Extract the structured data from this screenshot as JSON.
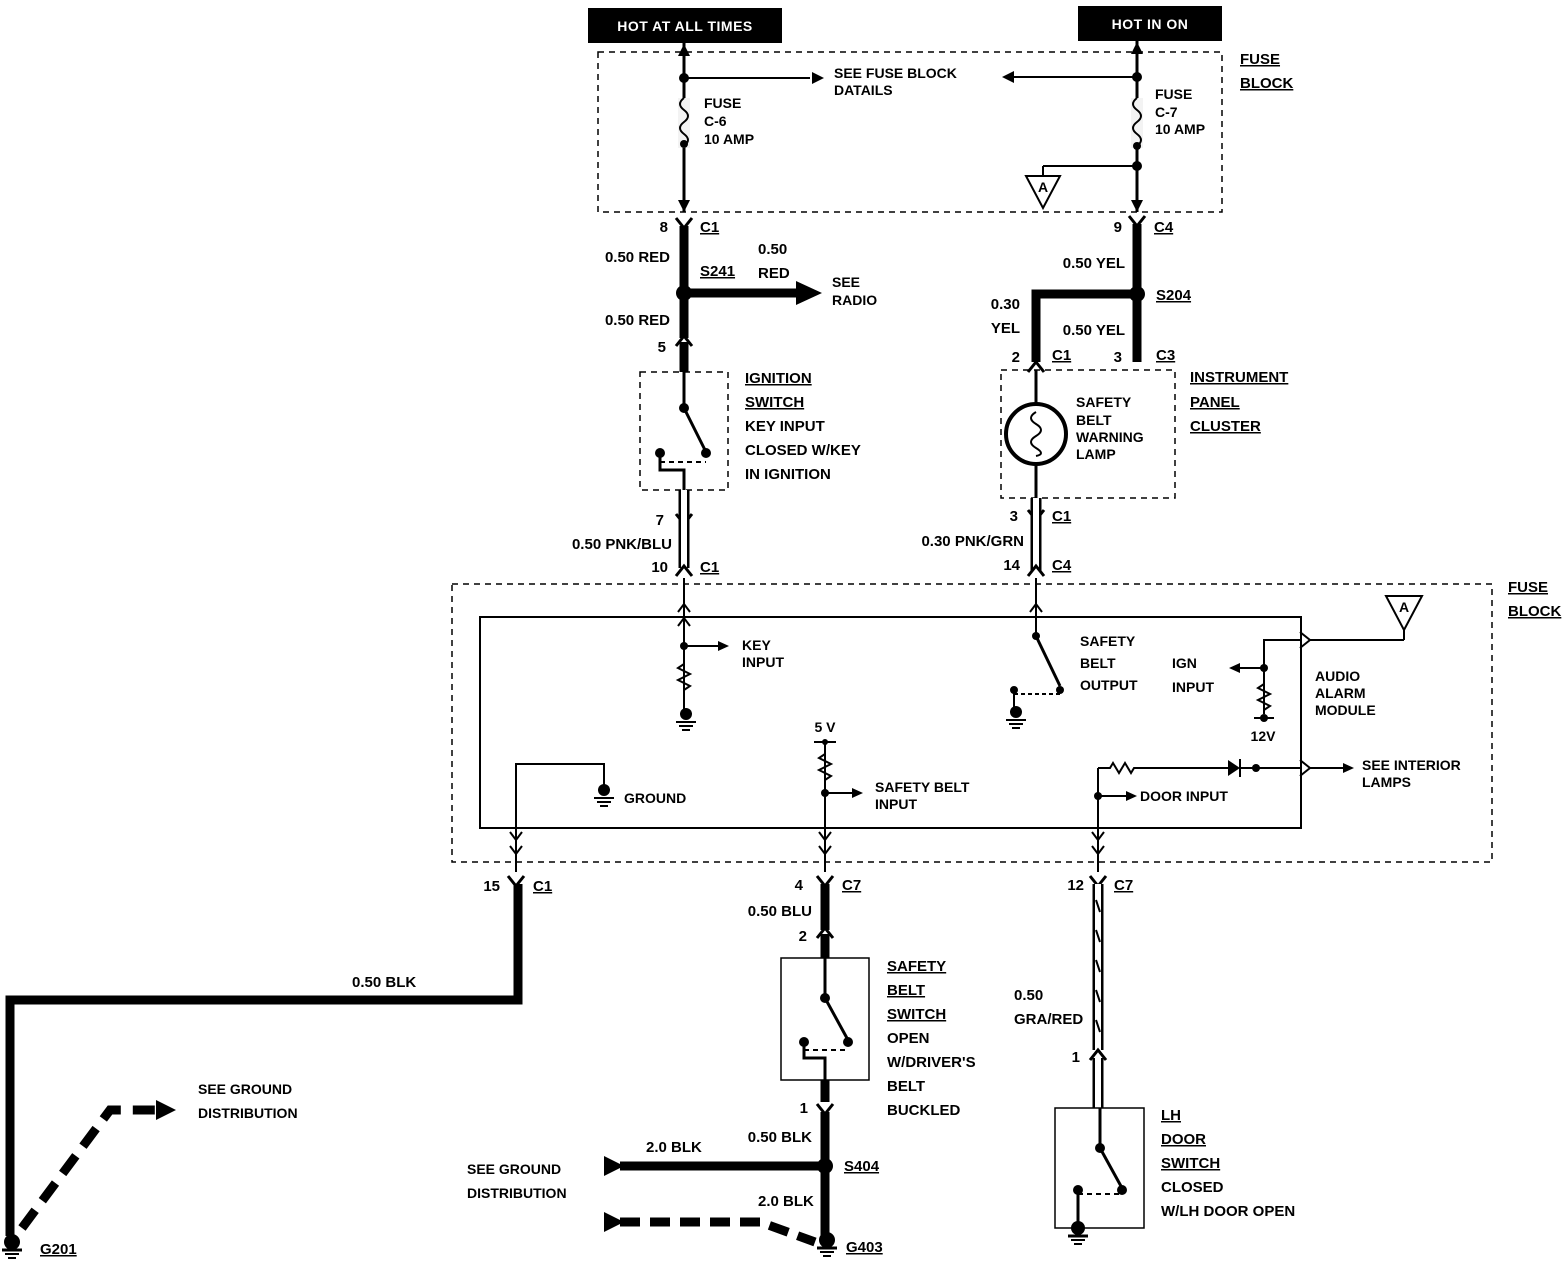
{
  "headers": {
    "hot_at_all_times": "HOT AT ALL TIMES",
    "hot_in_on": "HOT IN ON"
  },
  "fuse_block_top": {
    "title_line1": "FUSE",
    "title_line2": "BLOCK",
    "see_details_line1": "SEE FUSE BLOCK",
    "see_details_line2": "DATAILS",
    "fuse_c6": [
      "FUSE",
      "C-6",
      "10 AMP"
    ],
    "fuse_c7": [
      "FUSE",
      "C-7",
      "10 AMP"
    ],
    "ref_a": "A"
  },
  "left_branch": {
    "pin8": "8",
    "conn_c1_a": "C1",
    "wire_050_red_a": "0.50 RED",
    "splice_s241": "S241",
    "radio_wire_line1": "0.50",
    "radio_wire_line2": "RED",
    "see_radio_line1": "SEE",
    "see_radio_line2": "RADIO",
    "wire_050_red_b": "0.50 RED",
    "pin5": "5",
    "ignition_switch": [
      "IGNITION",
      "SWITCH"
    ],
    "ignition_desc": [
      "KEY INPUT",
      "CLOSED W/KEY",
      "IN IGNITION"
    ],
    "pin7": "7",
    "wire_pnk_blu": "0.50 PNK/BLU",
    "pin10": "10",
    "conn_c1_b": "C1"
  },
  "right_branch": {
    "pin9": "9",
    "conn_c4_a": "C4",
    "wire_050_yel_a": "0.50 YEL",
    "splice_s204": "S204",
    "wire_030_line1": "0.30",
    "wire_030_line2": "YEL",
    "wire_050_yel_b": "0.50 YEL",
    "pin2": "2",
    "conn_c1_c": "C1",
    "pin3_top": "3",
    "conn_c3": "C3",
    "lamp_label": [
      "SAFETY",
      "BELT",
      "WARNING",
      "LAMP"
    ],
    "instrument_panel": [
      "INSTRUMENT",
      "PANEL",
      "CLUSTER"
    ],
    "pin3_bot": "3",
    "conn_c1_d": "C1",
    "wire_pnk_grn": "0.30 PNK/GRN",
    "pin14": "14",
    "conn_c4_b": "C4"
  },
  "fuse_block_module": {
    "title_line1": "FUSE",
    "title_line2": "BLOCK",
    "ref_a": "A",
    "key_input": [
      "KEY",
      "INPUT"
    ],
    "safety_belt_output": [
      "SAFETY",
      "BELT",
      "OUTPUT"
    ],
    "ign_input": [
      "IGN",
      "INPUT"
    ],
    "v12": "12V",
    "audio_alarm": [
      "AUDIO",
      "ALARM",
      "MODULE"
    ],
    "v5": "5 V",
    "ground": "GROUND",
    "safety_belt_input": [
      "SAFETY BELT",
      "INPUT"
    ],
    "door_input": "DOOR INPUT",
    "see_interior": [
      "SEE INTERIOR",
      "LAMPS"
    ]
  },
  "bottom": {
    "pin15": "15",
    "conn_c1_e": "C1",
    "wire_050_blk_a": "0.50 BLK",
    "g201": "G201",
    "see_ground_a": [
      "SEE GROUND",
      "DISTRIBUTION"
    ],
    "pin4": "4",
    "conn_c7_a": "C7",
    "wire_050_blu": "0.50 BLU",
    "pin2b": "2",
    "safety_belt_switch": [
      "SAFETY",
      "BELT",
      "SWITCH"
    ],
    "sbs_desc": [
      "OPEN",
      "W/DRIVER'S",
      "BELT",
      "BUCKLED"
    ],
    "pin1a": "1",
    "wire_050_blk_b": "0.50 BLK",
    "wire_20_blk_a": "2.0 BLK",
    "splice_s404": "S404",
    "see_ground_b": [
      "SEE GROUND",
      "DISTRIBUTION"
    ],
    "wire_20_blk_b": "2.0 BLK",
    "g403": "G403",
    "pin12": "12",
    "conn_c7_b": "C7",
    "wire_gra_line1": "0.50",
    "wire_gra_line2": "GRA/RED",
    "pin1b": "1",
    "lh_door_switch": [
      "LH",
      "DOOR",
      "SWITCH"
    ],
    "lh_desc": [
      "CLOSED",
      "W/LH DOOR OPEN"
    ]
  }
}
